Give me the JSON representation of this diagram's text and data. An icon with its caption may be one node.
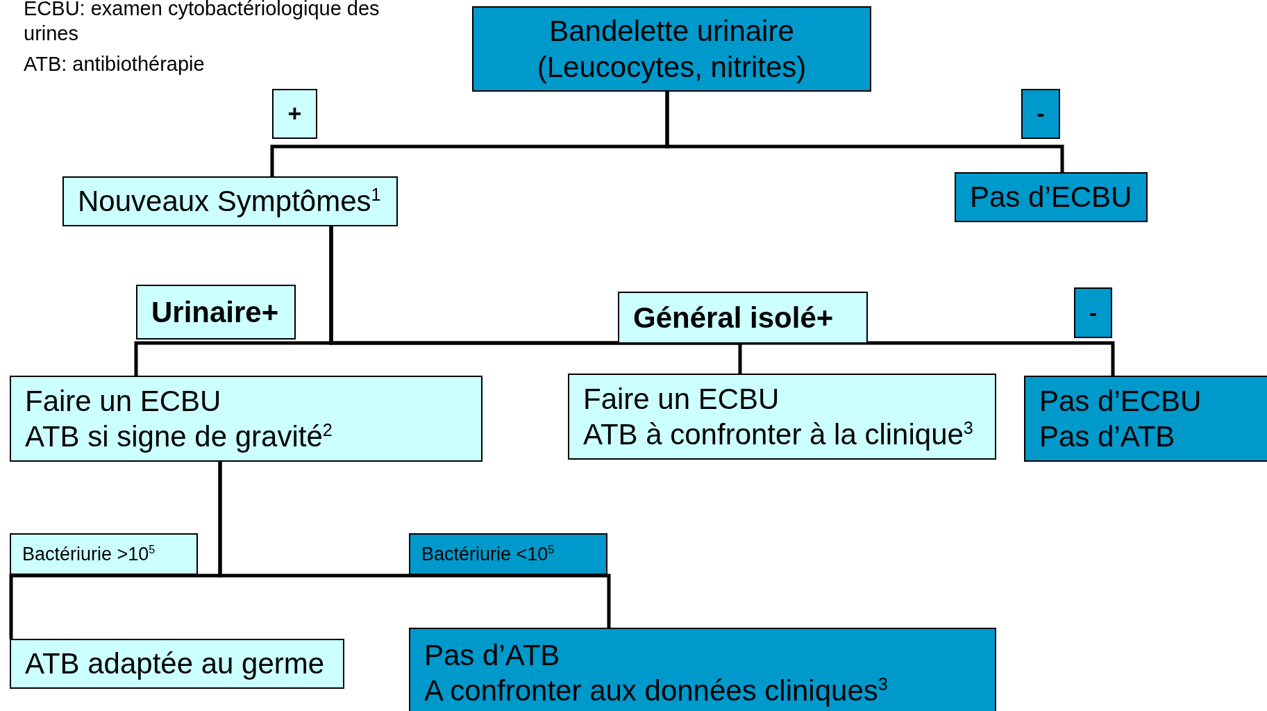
{
  "diagram": {
    "nodes": [
      {
        "text": [
          "Bandelette urinaire (Leucocytes, nitrites)"
        ]
      },
      {
        "text": [
          "+"
        ]
      },
      {
        "text": [
          "-"
        ]
      },
      {
        "text": [
          "Nouveaux Symptômes$^{1}$"
        ]
      },
      {
        "text": [
          "Pas d’ECBU"
        ]
      },
      {
        "text": [
          "Urinaire+"
        ]
      },
      {
        "text": [
          "Général isolé+"
        ]
      },
      {
        "text": [
          "-"
        ]
      },
      {
        "text": [
          "Faire un ECBU",
          "ATB si signe de gravité$^{2}$"
        ]
      },
      {
        "text": [
          "Faire un ECBU",
          "ATB à confronter à la clinique$^{3}$"
        ]
      },
      {
        "text": [
          "Pas d’ECBU",
          "Pas d’ATB"
        ]
      },
      {
        "text": [
          "Bactériurie >10$^{5}$"
        ]
      },
      {
        "text": [
          "Bactériurie <10$^{5}$"
        ]
      },
      {
        "text": [
          "ATB adaptée au germe"
        ]
      },
      {
        "text": [
          "Pas d’ATB",
          "A confronter aux données cliniques$^{3}$"
        ]
      }
    ],
    "edges": [
      {
        "from": 0,
        "to": 3,
        "arrow": "none"
      },
      {
        "from": 0,
        "to": 4,
        "arrow": "none"
      },
      {
        "from": 3,
        "to": 8,
        "arrow": "none"
      },
      {
        "from": 3,
        "to": 9,
        "arrow": "none"
      },
      {
        "from": 3,
        "to": 10,
        "arrow": "none"
      },
      {
        "from": 8,
        "to": 13,
        "arrow": "none"
      },
      {
        "from": 8,
        "to": 14,
        "arrow": "none"
      }
    ],
    "labels": [
      "ECBU: examen cytobactériologique des urines",
      "ATB: antibiothérapie"
    ]
  }
}
